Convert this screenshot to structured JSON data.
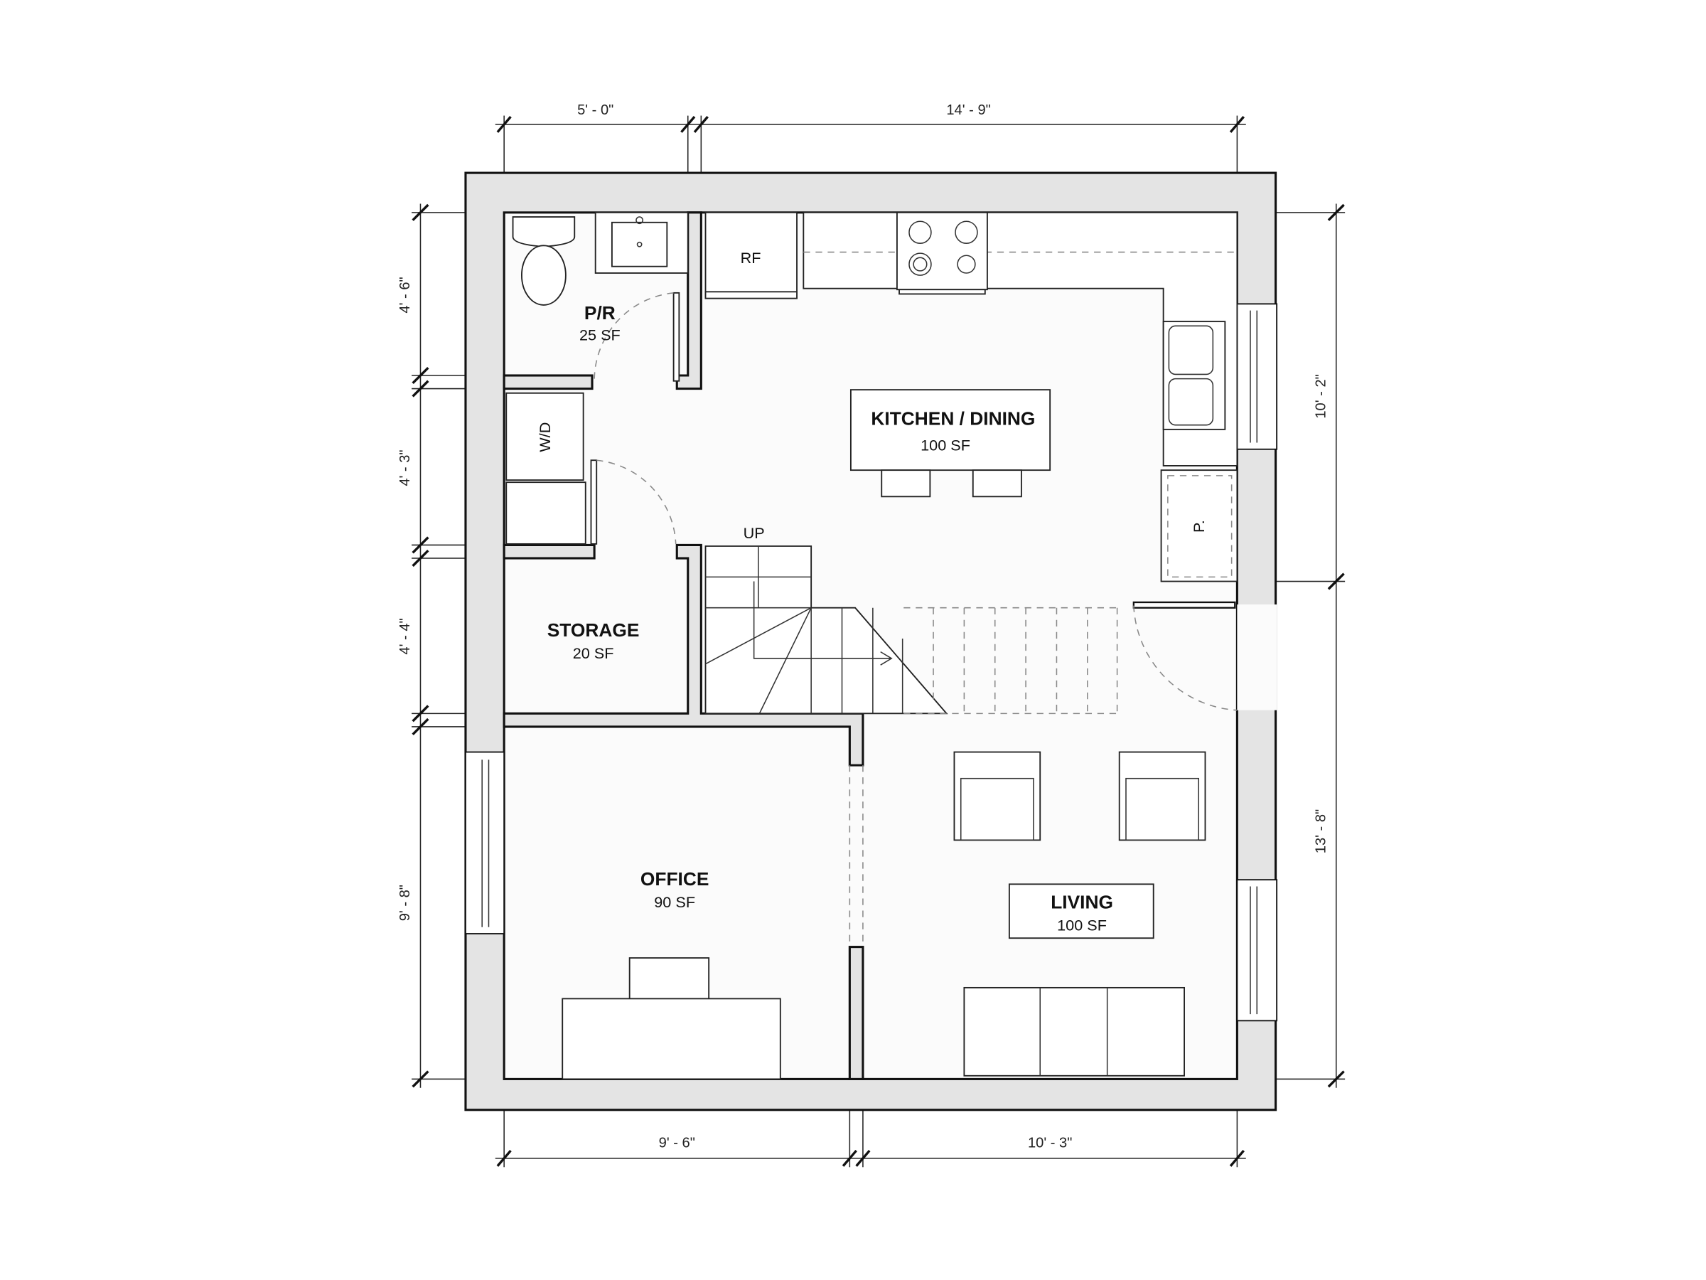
{
  "plan": {
    "rooms": [
      {
        "name": "P/R",
        "area": "25 SF"
      },
      {
        "name": "KITCHEN / DINING",
        "area": "100 SF"
      },
      {
        "name": "STORAGE",
        "area": "20 SF"
      },
      {
        "name": "OFFICE",
        "area": "90 SF"
      },
      {
        "name": "LIVING",
        "area": "100 SF"
      }
    ],
    "fixtures": {
      "refrigerator": "RF",
      "washer_dryer": "W/D",
      "pantry": "P.",
      "stairs": "UP"
    },
    "dimensions": {
      "top": [
        "5' - 0\"",
        "14' - 9\""
      ],
      "bottom": [
        "9' - 6\"",
        "10' - 3\""
      ],
      "left": [
        "4' - 6\"",
        "4' - 3\"",
        "4' - 4\"",
        "9' - 8\""
      ],
      "right": [
        "10' - 2\"",
        "13' - 8\""
      ]
    },
    "colors": {
      "wall": "#e4e4e4",
      "line": "#111111",
      "floor": "#fbfbfb"
    }
  }
}
